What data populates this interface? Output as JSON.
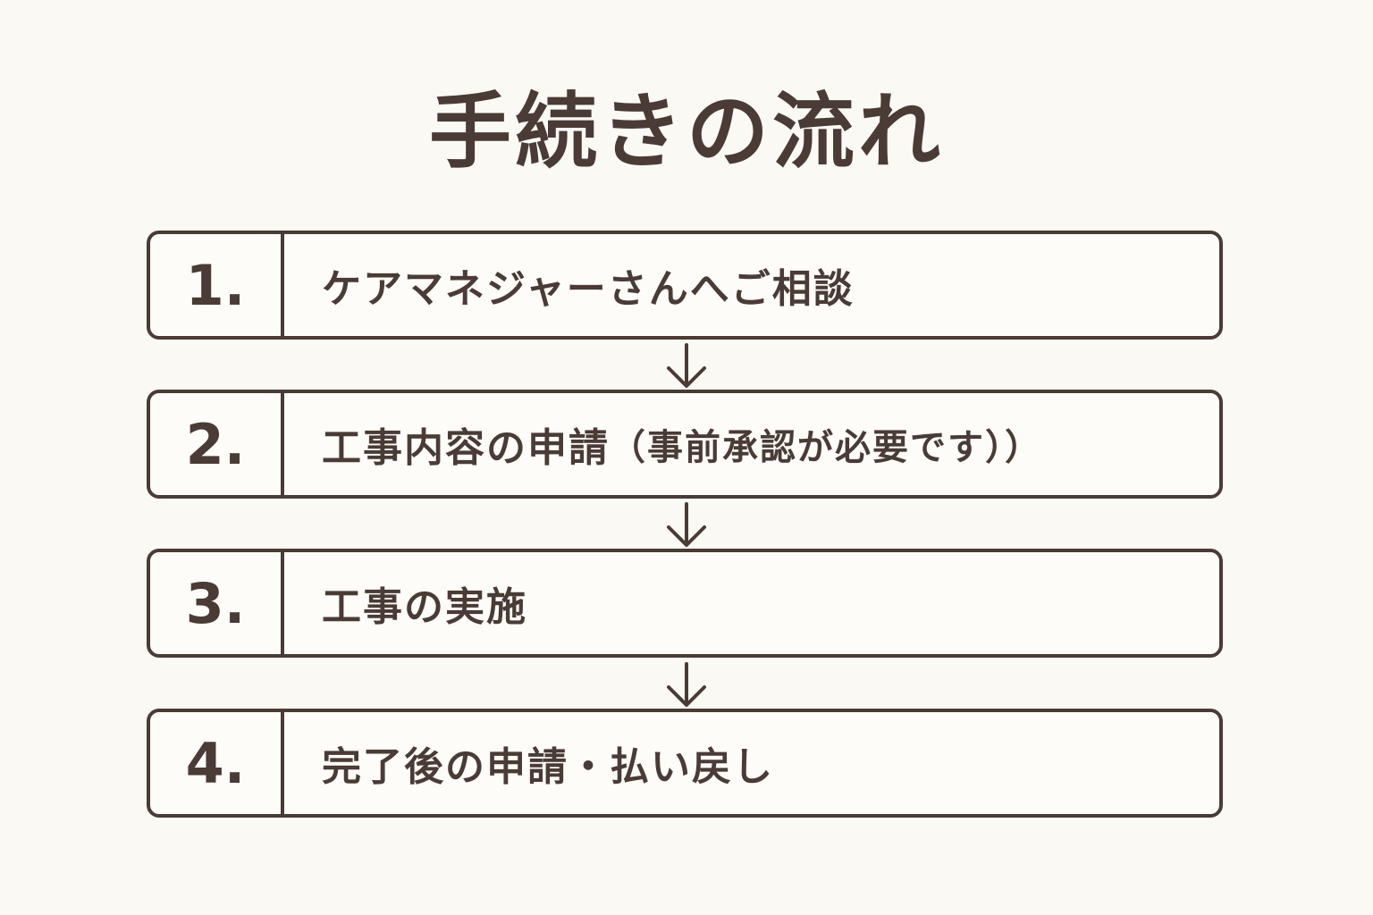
{
  "title": "手続きの流れ",
  "colors": {
    "background": "#fbf9f4",
    "ink": "#4a3b37"
  },
  "steps": [
    {
      "number": "1.",
      "label": "ケアマネジャーさんへご相談",
      "note": ""
    },
    {
      "number": "2.",
      "label": "工事内容の申請",
      "note": "（事前承認が必要です））"
    },
    {
      "number": "3.",
      "label": "工事の実施",
      "note": ""
    },
    {
      "number": "4.",
      "label": "完了後の申請・払い戻し",
      "note": ""
    }
  ],
  "connectors": [
    "arrow-down-icon",
    "arrow-down-icon",
    "arrow-down-icon"
  ]
}
